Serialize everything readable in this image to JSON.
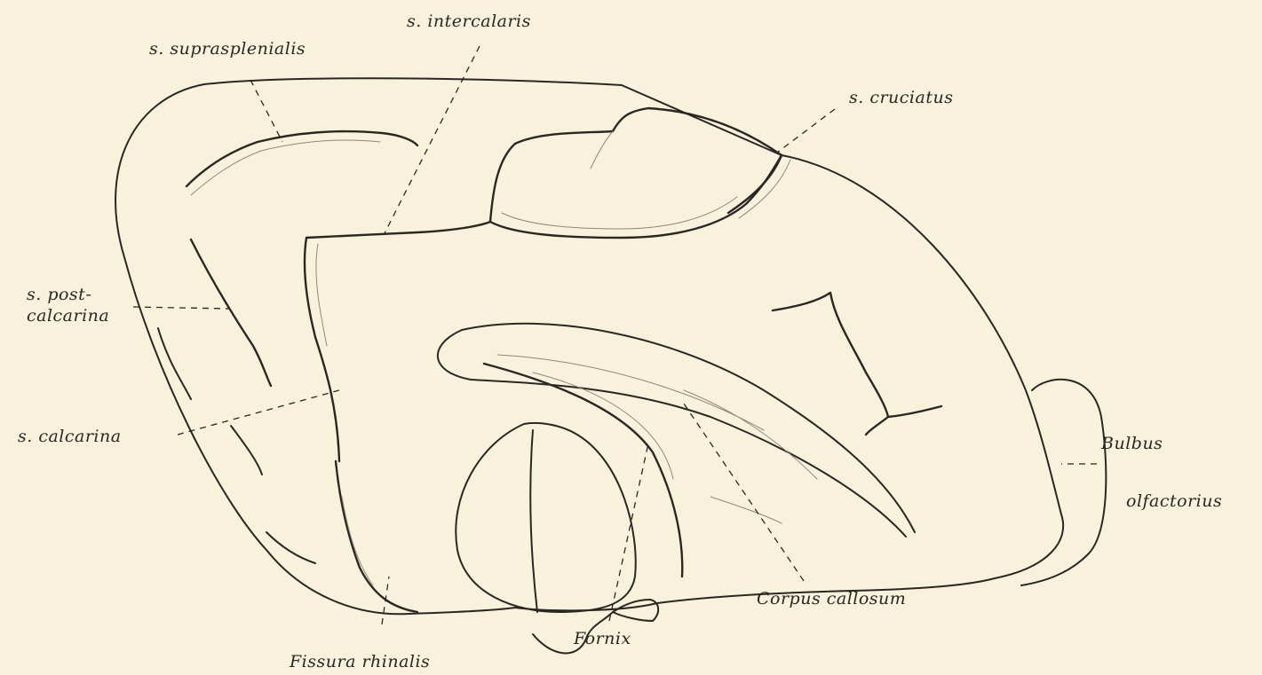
{
  "labels": {
    "suprasplenialis": "s. suprasplenialis",
    "intercalaris": "s. intercalaris",
    "cruciatus": "s. cruciatus",
    "postcalcarina_line1": "s. post-",
    "postcalcarina_line2": "calcarina",
    "calcarina": "s. calcarina",
    "bulbus_line1": "Bulbus",
    "bulbus_line2": "olfactorius",
    "corpus_callosum": "Corpus callosum",
    "fornix": "Fornix",
    "fissura_rhinalis": "Fissura rhinalis"
  },
  "colors": {
    "paper": "#f8f2dc",
    "ink": "#2a2623"
  }
}
